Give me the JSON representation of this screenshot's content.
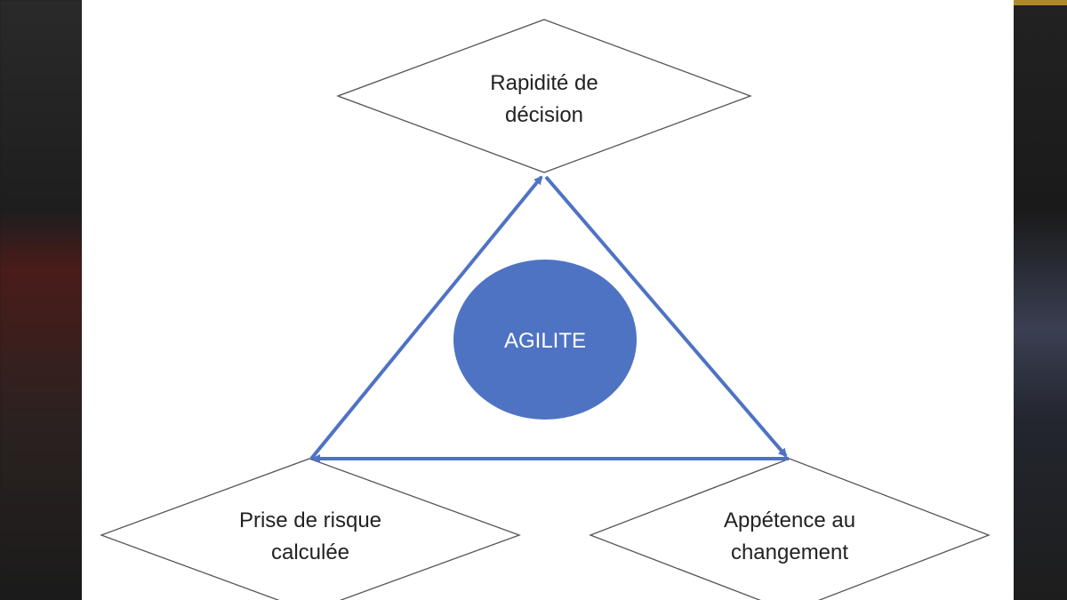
{
  "diagram": {
    "center": {
      "label": "AGILITE",
      "color": "#4f73c3"
    },
    "arrow_color": "#4f73c3",
    "nodes": [
      {
        "id": "top",
        "line1": "Rapidité de",
        "line2": "décision"
      },
      {
        "id": "left",
        "line1": "Prise de risque",
        "line2": "calculée"
      },
      {
        "id": "right",
        "line1": "Appétence au",
        "line2": "changement"
      }
    ]
  }
}
